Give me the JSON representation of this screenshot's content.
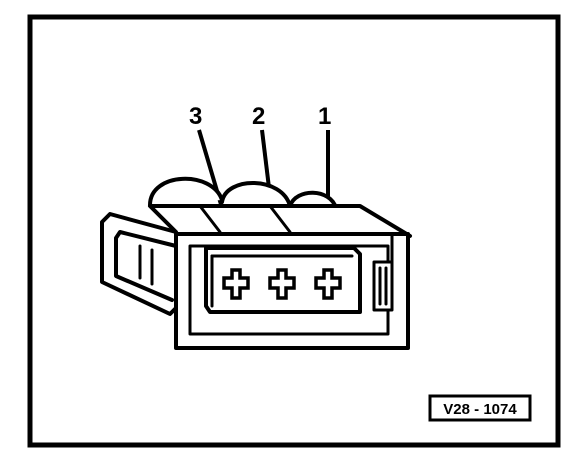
{
  "figure": {
    "pin_labels": [
      "3",
      "2",
      "1"
    ],
    "reference_code": "V28 - 1074"
  },
  "colors": {
    "ink": "#000000",
    "paper": "#ffffff"
  }
}
